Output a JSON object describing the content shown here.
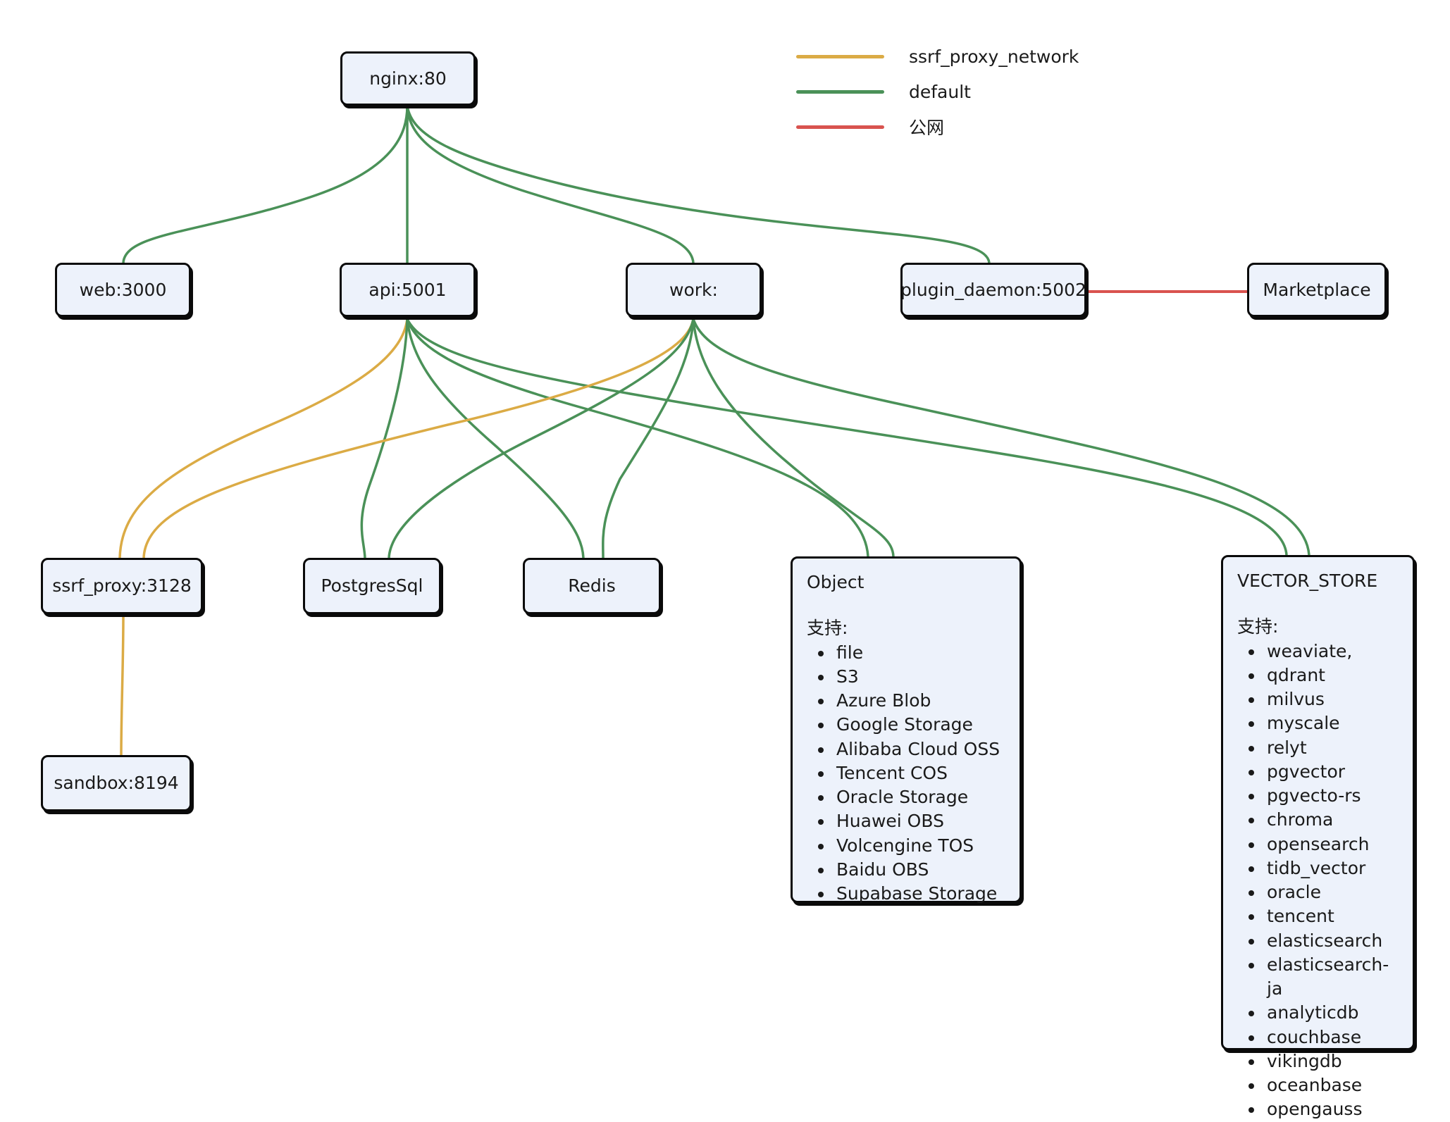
{
  "legend": {
    "items": [
      {
        "label": "ssrf_proxy_network",
        "color": "#dbab45"
      },
      {
        "label": "default",
        "color": "#4a9158"
      },
      {
        "label": "公网",
        "color": "#d9534f"
      }
    ]
  },
  "nodes": {
    "nginx": {
      "label": "nginx:80"
    },
    "web": {
      "label": "web:3000"
    },
    "api": {
      "label": "api:5001"
    },
    "work": {
      "label": "work:"
    },
    "plugin_daemon": {
      "label": "plugin_daemon:5002"
    },
    "marketplace": {
      "label": "Marketplace"
    },
    "ssrf_proxy": {
      "label": "ssrf_proxy:3128"
    },
    "postgres": {
      "label": "PostgresSql"
    },
    "redis": {
      "label": "Redis"
    },
    "sandbox": {
      "label": "sandbox:8194"
    },
    "object": {
      "title": "Object",
      "sub": "支持:",
      "items": [
        "file",
        "S3",
        "Azure Blob",
        "Google Storage",
        "Alibaba Cloud OSS",
        "Tencent COS",
        "Oracle Storage",
        "Huawei OBS",
        "Volcengine TOS",
        "Baidu OBS",
        "Supabase Storage"
      ]
    },
    "vector_store": {
      "title": "VECTOR_STORE",
      "sub": "支持:",
      "items": [
        "weaviate,",
        "qdrant",
        "milvus",
        "myscale",
        "relyt",
        "pgvector",
        "pgvecto-rs",
        "chroma",
        "opensearch",
        "tidb_vector",
        "oracle",
        "tencent",
        "elasticsearch",
        "elasticsearch-ja",
        "analyticdb",
        "couchbase",
        "vikingdb",
        "oceanbase",
        "opengauss"
      ]
    }
  },
  "edges": [
    {
      "from": "nginx",
      "to": "web",
      "network": "default"
    },
    {
      "from": "nginx",
      "to": "api",
      "network": "default"
    },
    {
      "from": "nginx",
      "to": "work",
      "network": "default"
    },
    {
      "from": "nginx",
      "to": "plugin_daemon",
      "network": "default"
    },
    {
      "from": "plugin_daemon",
      "to": "marketplace",
      "network": "公网"
    },
    {
      "from": "api",
      "to": "ssrf_proxy",
      "network": "ssrf_proxy_network"
    },
    {
      "from": "api",
      "to": "postgres",
      "network": "default"
    },
    {
      "from": "api",
      "to": "redis",
      "network": "default"
    },
    {
      "from": "api",
      "to": "object",
      "network": "default"
    },
    {
      "from": "api",
      "to": "vector_store",
      "network": "default"
    },
    {
      "from": "work",
      "to": "ssrf_proxy",
      "network": "ssrf_proxy_network"
    },
    {
      "from": "work",
      "to": "postgres",
      "network": "default"
    },
    {
      "from": "work",
      "to": "redis",
      "network": "default"
    },
    {
      "from": "work",
      "to": "object",
      "network": "default"
    },
    {
      "from": "work",
      "to": "vector_store",
      "network": "default"
    },
    {
      "from": "ssrf_proxy",
      "to": "sandbox",
      "network": "ssrf_proxy_network"
    }
  ]
}
